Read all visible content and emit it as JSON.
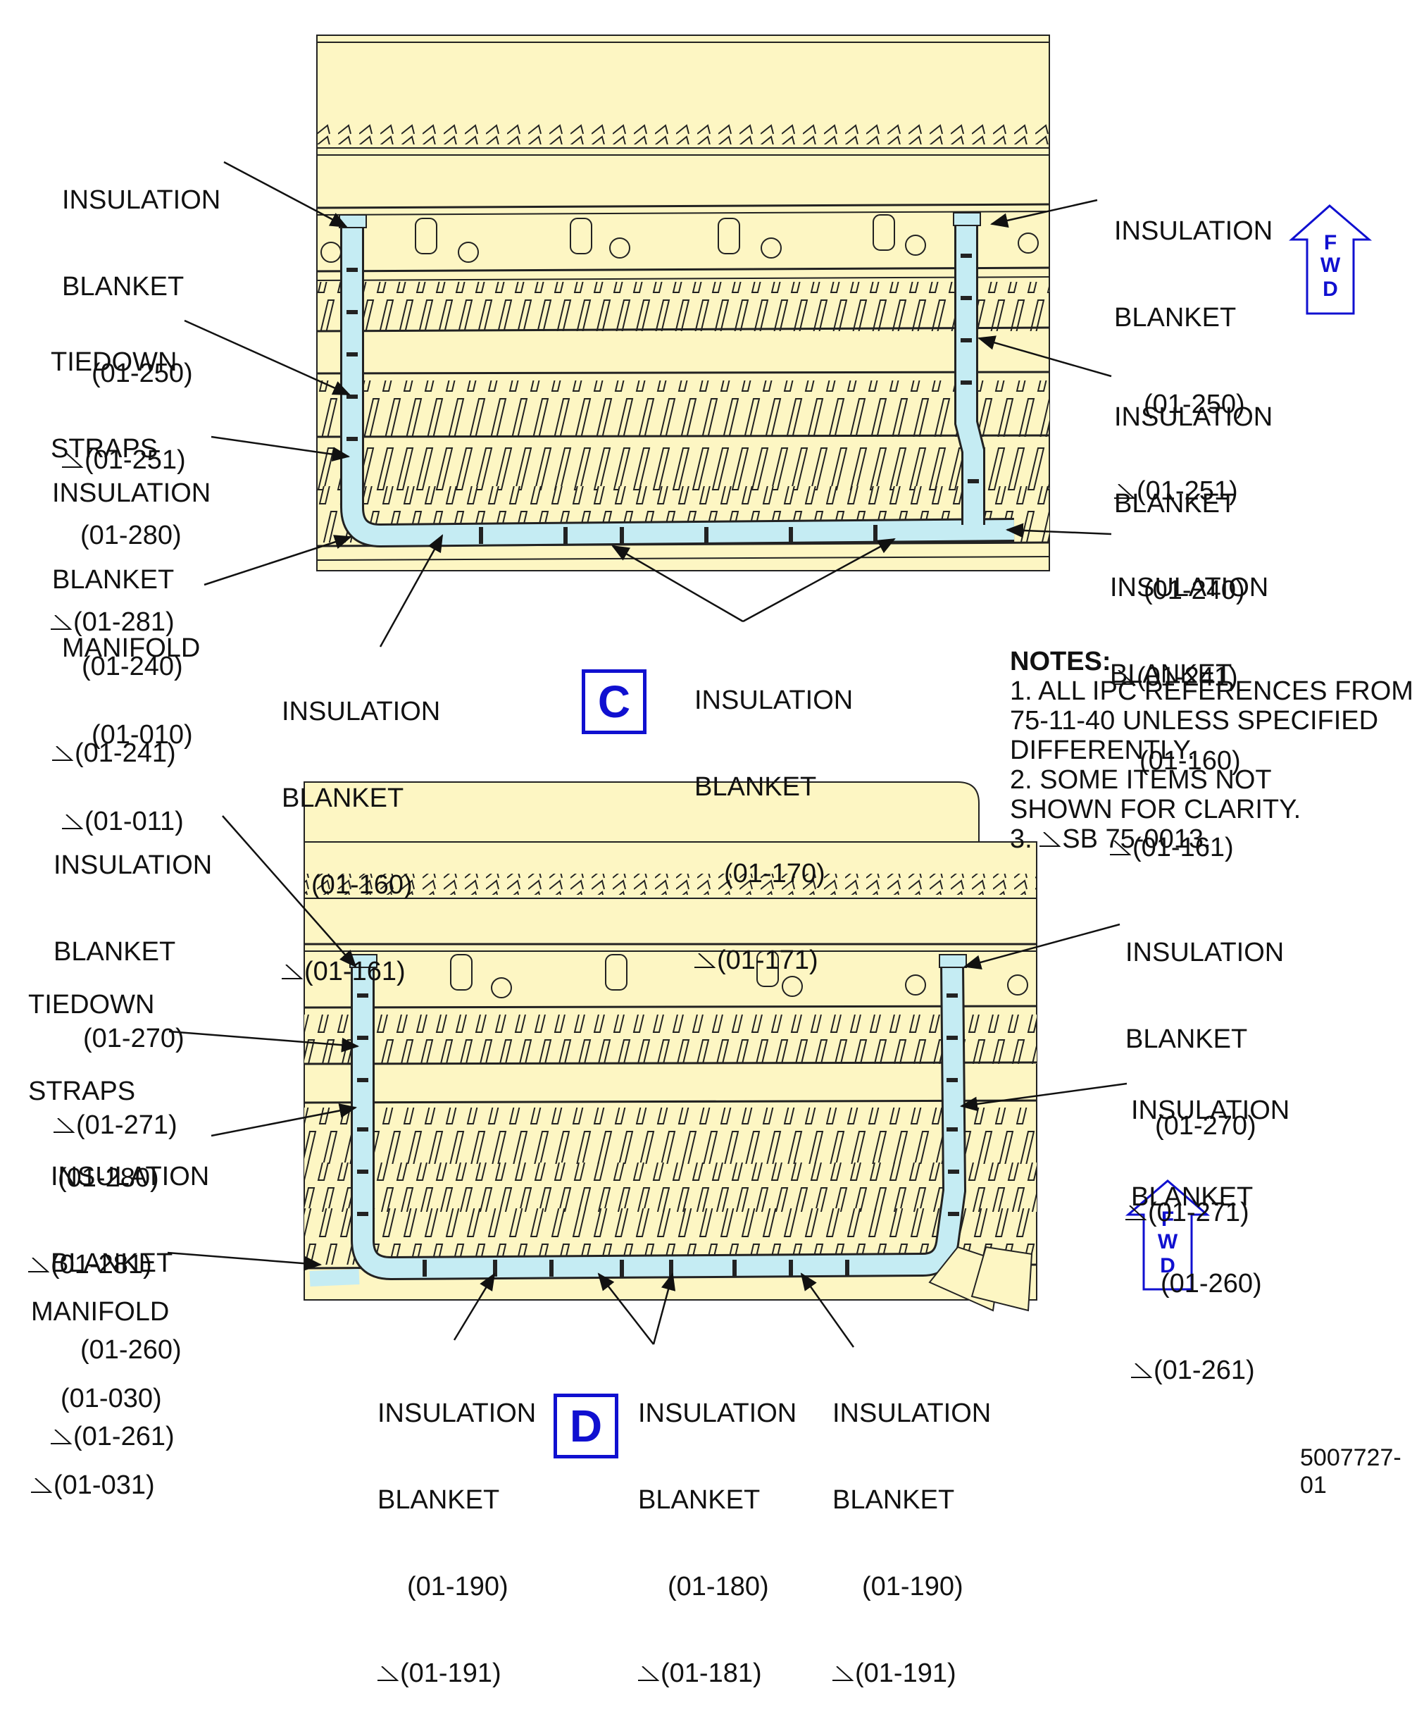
{
  "callouts_c": {
    "ins_250_left": {
      "l1": "INSULATION",
      "l2": "BLANKET",
      "l3": "(01-250)",
      "l4": "(01-251)"
    },
    "tiedown": {
      "l1": "TIEDOWN",
      "l2": "STRAPS",
      "l3": "(01-280)",
      "l4": "(01-281)"
    },
    "ins_240_left": {
      "l1": "INSULATION",
      "l2": "BLANKET",
      "l3": "(01-240)",
      "l4": "(01-241)"
    },
    "manifold": {
      "l1": "MANIFOLD",
      "l2": "(01-010)",
      "l3": "(01-011)"
    },
    "ins_160_bottom": {
      "l1": "INSULATION",
      "l2": "BLANKET",
      "l3": "(01-160)",
      "l4": "(01-161)"
    },
    "ins_170": {
      "l1": "INSULATION",
      "l2": "BLANKET",
      "l3": "(01-170)",
      "l4": "(01-171)"
    },
    "ins_250_right": {
      "l1": "INSULATION",
      "l2": "BLANKET",
      "l3": "(01-250)",
      "l4": "(01-251)"
    },
    "ins_240_right": {
      "l1": "INSULATION",
      "l2": "BLANKET",
      "l3": "(01-240)",
      "l4": "(01-241)"
    },
    "ins_160_right": {
      "l1": "INSULATION",
      "l2": "BLANKET",
      "l3": "(01-160)",
      "l4": "(01-161)"
    }
  },
  "callouts_d": {
    "ins_270_left": {
      "l1": "INSULATION",
      "l2": "BLANKET",
      "l3": "(01-270)",
      "l4": "(01-271)"
    },
    "tiedown": {
      "l1": "TIEDOWN",
      "l2": "STRAPS",
      "l3": "(01-280)",
      "l4": "(01-281)"
    },
    "ins_260_left": {
      "l1": "INSULATION",
      "l2": "BLANKET",
      "l3": "(01-260)",
      "l4": "(01-261)"
    },
    "manifold": {
      "l1": "MANIFOLD",
      "l2": "(01-030)",
      "l3": "(01-031)"
    },
    "ins_190_a": {
      "l1": "INSULATION",
      "l2": "BLANKET",
      "l3": "(01-190)",
      "l4": "(01-191)"
    },
    "ins_180": {
      "l1": "INSULATION",
      "l2": "BLANKET",
      "l3": "(01-180)",
      "l4": "(01-181)"
    },
    "ins_190_b": {
      "l1": "INSULATION",
      "l2": "BLANKET",
      "l3": "(01-190)",
      "l4": "(01-191)"
    },
    "ins_270_right": {
      "l1": "INSULATION",
      "l2": "BLANKET",
      "l3": "(01-270)",
      "l4": "(01-271)"
    },
    "ins_260_right": {
      "l1": "INSULATION",
      "l2": "BLANKET",
      "l3": "(01-260)",
      "l4": "(01-261)"
    }
  },
  "views": {
    "c": "C",
    "d": "D"
  },
  "fwd": {
    "f": "F",
    "w": "W",
    "d": "D"
  },
  "notes": {
    "title": "NOTES:",
    "n1a": "1. ALL IPC REFERENCES FROM",
    "n1b": "75-11-40 UNLESS SPECIFIED",
    "n1c": "DIFFERENTLY.",
    "n2a": "2. SOME ITEMS NOT",
    "n2b": "SHOWN FOR CLARITY.",
    "n3": "3.",
    "n3b": "SB 75-0013."
  },
  "doc_number": "5007727-01",
  "colors": {
    "structure": "#fdf6c3",
    "duct": "#c5ecf3",
    "accent": "#1010d0",
    "ink": "#111111"
  }
}
